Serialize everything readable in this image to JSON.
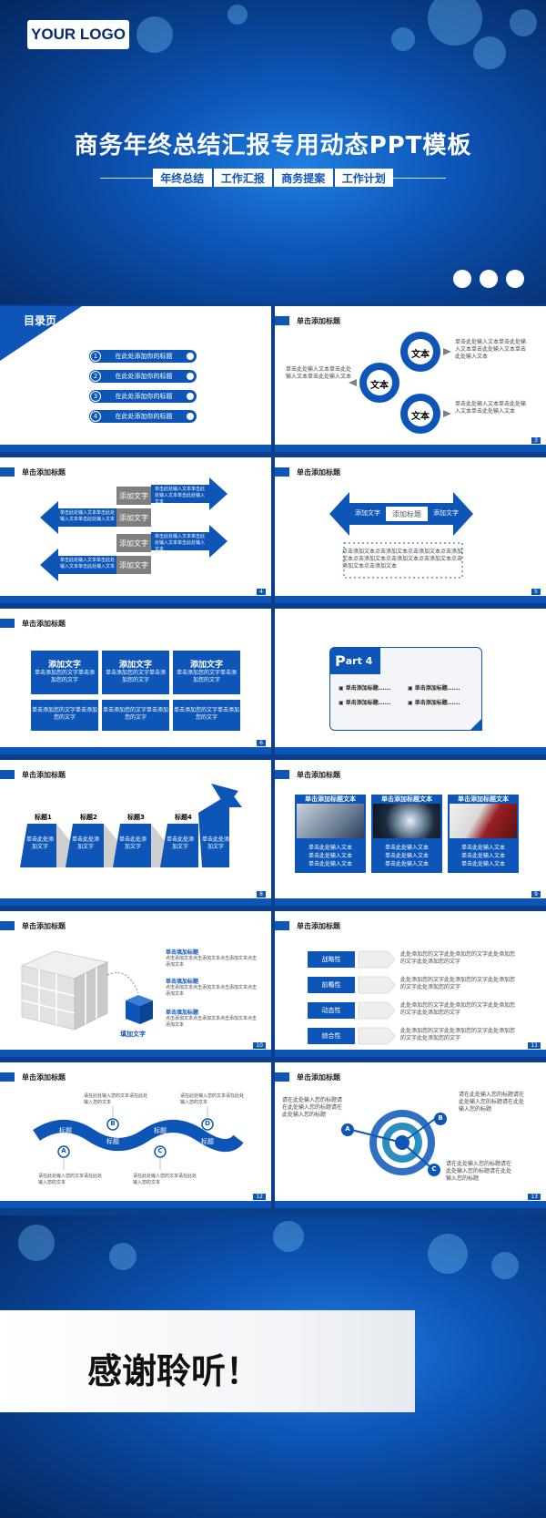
{
  "cover": {
    "logo": "YOUR LOGO",
    "title": "商务年终总结汇报专用动态PPT模板",
    "tags": [
      "年终总结",
      "工作汇报",
      "商务提案",
      "工作计划"
    ]
  },
  "slide_heading": "单击添加标题",
  "toc": {
    "title": "目录页",
    "subtitle": "PAGE OF CONTENT",
    "items": [
      {
        "num": "1",
        "label": "在此处添加你的标题"
      },
      {
        "num": "2",
        "label": "在此处添加你的标题"
      },
      {
        "num": "3",
        "label": "在此处添加你的标题"
      },
      {
        "num": "4",
        "label": "在此处添加你的标题"
      }
    ]
  },
  "slide3": {
    "bubble": "文本",
    "text_a": "单击此处输入文本单击此处输入文本单击此处输入文本单击此处输入文本",
    "text_b": "单击此处输入文本单击此处输入文本单击此处输入文本",
    "text_c": "单击此处输入文本单击此处输入文本单击此处输入文本",
    "num": "3"
  },
  "slide4": {
    "label": "添加文字",
    "desc": "单击此处输入文本单击此处输入文本单击此处输入文本",
    "num": "4"
  },
  "slide5": {
    "left": "添加文字",
    "center": "添加标题",
    "right": "添加文字",
    "body": "点击添加文本点击添加文本点击添加文本点击添加文本点击添加文本点击添加文本点击添加文本点击添加文本点击添加文本",
    "num": "5"
  },
  "slide6": {
    "title": "添加文字",
    "desc": "单击添加您的文字单击添加您的文字",
    "num": "6"
  },
  "slide7": {
    "part_p": "P",
    "part_rest": "art 4",
    "item": "单击添加标题......"
  },
  "slide8": {
    "labels": [
      "标题1",
      "标题2",
      "标题3",
      "标题4"
    ],
    "text": "单击此处添加文字",
    "num": "8"
  },
  "slide9": {
    "header": "单击添加标题文本",
    "desc": "单击此处输入文本",
    "num": "9"
  },
  "slide10": {
    "item_title": "单击填加标题",
    "item_desc": "点击添加文本点击添加文本点击添加文本点击添加文本",
    "cube_label": "填加文字",
    "num": "10"
  },
  "slide11": {
    "items": [
      "战略性",
      "前瞻性",
      "动态性",
      "综合性"
    ],
    "desc": "此处添加您的文字此处添加您的文字此处添加您的文字此处添加您的文字",
    "num": "11"
  },
  "slide12": {
    "wave_label": "标题",
    "letters": [
      "A",
      "B",
      "C",
      "D"
    ],
    "text": "请在此处输入您的文本请在此处输入您的文本",
    "num": "12"
  },
  "slide13": {
    "letters": [
      "A",
      "B",
      "C"
    ],
    "text": "请在此处输入您的标题请在此处输入您的标题请在此处输入您的标题",
    "num": "13"
  },
  "thanks": {
    "text": "感谢聆听！"
  },
  "colors": {
    "primary": "#0d56b8",
    "dark": "#05285f",
    "gray": "#7f7f7f"
  }
}
